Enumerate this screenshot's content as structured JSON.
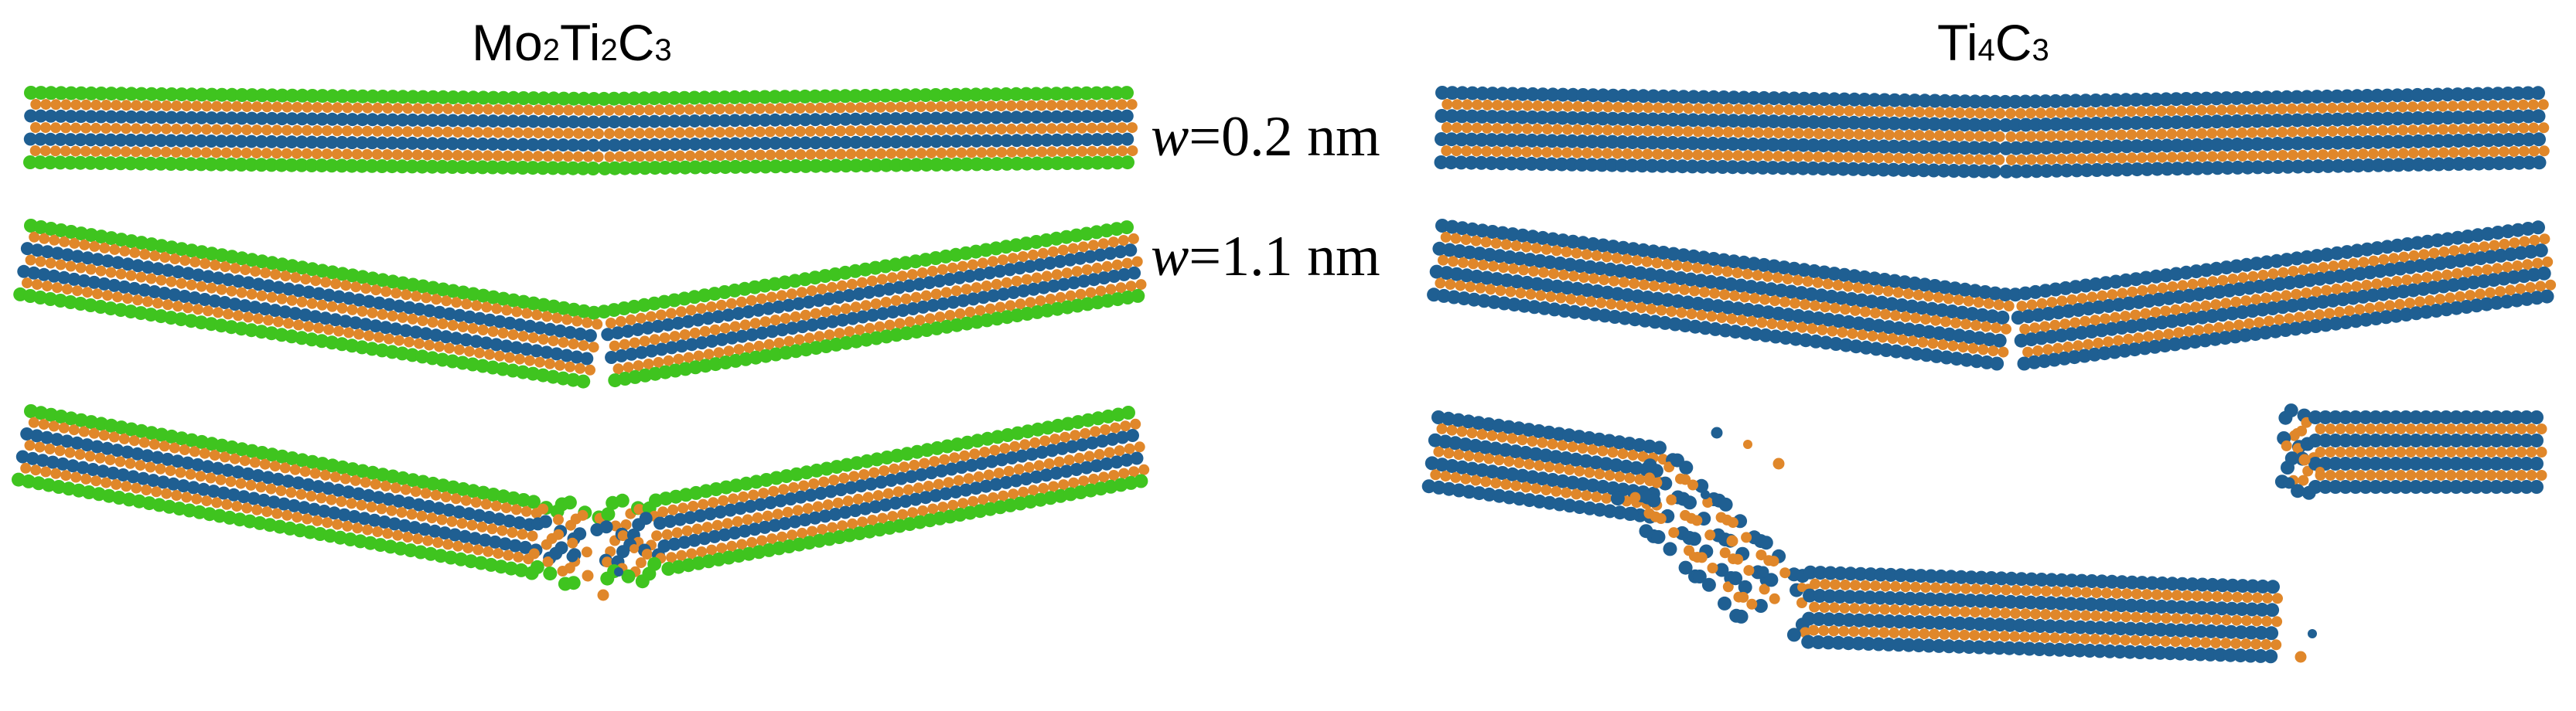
{
  "panels": {
    "left": {
      "title_main": "Mo",
      "sub1": "2",
      "mid1": "Ti",
      "sub2": "2",
      "mid2": "C",
      "sub3": "3"
    },
    "right": {
      "title_main": "Ti",
      "sub1": "4",
      "mid1": "C",
      "sub2": "3"
    }
  },
  "rows": [
    {
      "var": "w",
      "text": "=0.2 nm"
    },
    {
      "var": "w",
      "text": "=1.1 nm"
    }
  ],
  "colors": {
    "mo_atoms": "#3fc41f",
    "ti_atoms": "#1f5f92",
    "c_atoms": "#e0872a",
    "background": "#ffffff"
  }
}
